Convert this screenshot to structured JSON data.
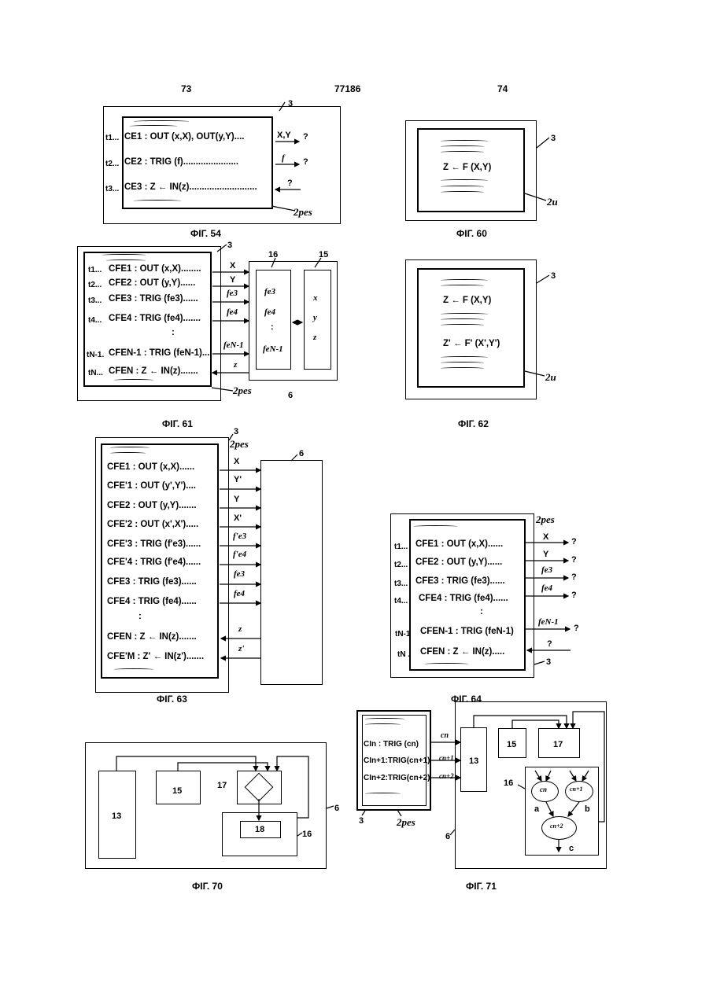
{
  "header": {
    "left": "73",
    "center": "77186",
    "right": "74"
  },
  "fig54": {
    "caption": "ФІГ. 54",
    "ref3": "3",
    "ref2": "2pes",
    "rows": [
      {
        "t": "t1...",
        "code": "CE1 : OUT (x,X), OUT(y,Y)....",
        "out": "X,Y",
        "q": "?"
      },
      {
        "t": "t2...",
        "code": "CE2 : TRIG (f)......................",
        "out": "f",
        "q": "?"
      },
      {
        "t": "t3...",
        "code": "CE3 : Z ← IN(z)...........................",
        "out": "?",
        "q": ""
      }
    ]
  },
  "fig60": {
    "caption": "ФІГ. 60",
    "formula": "Z ← F (X,Y)",
    "ref3": "3",
    "ref2": "2u"
  },
  "fig61": {
    "caption": "ФІГ. 61",
    "ref3": "3",
    "ref16": "16",
    "ref15": "15",
    "ref6": "6",
    "ref2": "2pes",
    "rows": [
      {
        "t": "t1...",
        "code": "CFE1  : OUT (x,X)........",
        "out": "X"
      },
      {
        "t": "t2...",
        "code": "CFE2  : OUT (y,Y)......",
        "out": "Y"
      },
      {
        "t": "t3...",
        "code": "CFE3  : TRIG (fe3)......",
        "out": "fe3"
      },
      {
        "t": "t4...",
        "code": "CFE4  : TRIG (fe4).......",
        "out": "fe4"
      },
      {
        "t": "",
        "code": ":",
        "out": ""
      },
      {
        "t": "tN-1.",
        "code": "CFEN-1 : TRIG (feN-1)...",
        "out": "feN-1"
      },
      {
        "t": "tN...",
        "code": "CFEN  : Z ← IN(z).......",
        "out": "z"
      }
    ],
    "col16": [
      "fe3",
      "fe4",
      ":",
      "feN-1"
    ],
    "col15": [
      "x",
      "y",
      "z"
    ]
  },
  "fig62": {
    "caption": "ФІГ. 62",
    "formula1": "Z ← F (X,Y)",
    "formula2": "Z' ← F' (X',Y')",
    "ref3": "3",
    "ref2": "2u"
  },
  "fig63": {
    "caption": "ФІГ. 63",
    "ref3": "3",
    "ref2": "2pes",
    "ref6": "6",
    "rows": [
      {
        "code": "CFE1  : OUT (x,X)......",
        "out": "X"
      },
      {
        "code": "CFE'1 : OUT (y',Y')....",
        "out": "Y'"
      },
      {
        "code": "CFE2  : OUT (y,Y).......",
        "out": "Y"
      },
      {
        "code": "CFE'2 : OUT (x',X').....",
        "out": "X'"
      },
      {
        "code": "CFE'3 : TRIG (f'e3)......",
        "out": "f'e3"
      },
      {
        "code": "CFE'4 : TRIG (f'e4)......",
        "out": "f'e4"
      },
      {
        "code": "CFE3  : TRIG (fe3)......",
        "out": "fe3"
      },
      {
        "code": "CFE4  : TRIG (fe4)......",
        "out": "fe4"
      },
      {
        "code": ":",
        "out": ""
      },
      {
        "code": "CFEN  : Z ← IN(z).......",
        "out": "z"
      },
      {
        "code": "CFE'M : Z' ← IN(z').......",
        "out": "z'"
      }
    ]
  },
  "fig64": {
    "caption": "ФІГ. 64",
    "ref2": "2pes",
    "ref3": "3",
    "rows": [
      {
        "t": "t1...",
        "code": "CFE1   : OUT (x,X)......",
        "out": "X",
        "q": "?"
      },
      {
        "t": "t2...",
        "code": "CFE2   : OUT (y,Y)......",
        "out": "Y",
        "q": "?"
      },
      {
        "t": "t3...",
        "code": "CFE3   : TRIG (fe3)......",
        "out": "fe3",
        "q": "?"
      },
      {
        "t": "t4...",
        "code": "CFE4   : TRIG (fe4)......",
        "out": "fe4",
        "q": "?"
      },
      {
        "t": "",
        "code": ":",
        "out": "",
        "q": ""
      },
      {
        "t": "tN-1",
        "code": "CFEN-1 : TRIG (feN-1)",
        "out": "feN-1",
        "q": "?"
      },
      {
        "t": "tN .",
        "code": "CFEN   : Z ← IN(z).....",
        "out": "?",
        "q": ""
      }
    ]
  },
  "fig70": {
    "caption": "ФІГ. 70",
    "b13": "13",
    "b15": "15",
    "b17": "17",
    "b18": "18",
    "b16": "16",
    "ref6": "6"
  },
  "fig71": {
    "caption": "ФІГ. 71",
    "ref3": "3",
    "ref2": "2pes",
    "ref6": "6",
    "b13": "13",
    "b15": "15",
    "b17": "17",
    "b16": "16",
    "rows": [
      "CIn   : TRIG (cn)",
      "CIn+1:TRIG(cn+1)",
      "CIn+2:TRIG(cn+2)"
    ],
    "outs": [
      "cn",
      "cn+1",
      "cn+2"
    ],
    "nodes": [
      "cn",
      "cn+1",
      "cn+2"
    ],
    "edges": [
      "a",
      "b",
      "c"
    ]
  }
}
